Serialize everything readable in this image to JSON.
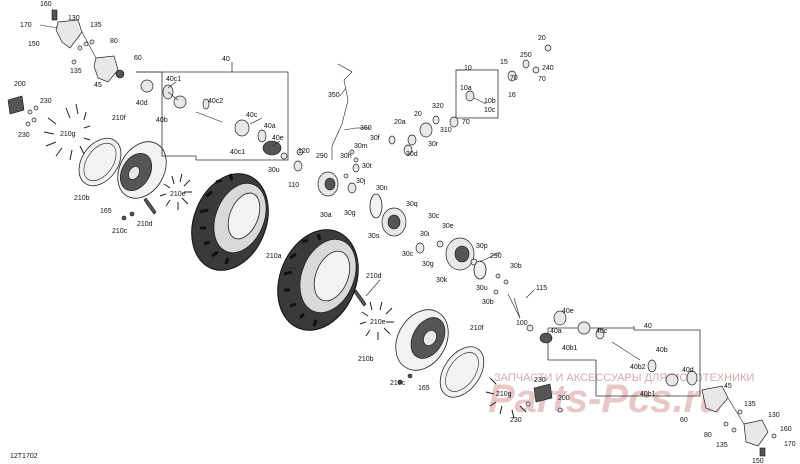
{
  "diagram": {
    "code": "12T1702",
    "watermark_text": "ЗАПЧАСТИ И АКСЕССУАРЫ ДЛЯ МОТОТЕХНИКИ",
    "watermark_logo": "Parts-Pcs.ru",
    "labels": {
      "l160a": "160",
      "l130a": "130",
      "l170a": "170",
      "l135a": "135",
      "l150a": "150",
      "l80a": "80",
      "l135b": "135",
      "l60a": "60",
      "l45a": "45",
      "l200a": "200",
      "l230a": "230",
      "l230b": "230",
      "l210ga": "210g",
      "l210fa": "210f",
      "l210ba": "210b",
      "l210ea": "210e",
      "l165a": "165",
      "l210da": "210d",
      "l210ca": "210c",
      "l210aa": "210a",
      "l40a": "40",
      "l40c1a": "40c1",
      "l40da": "40d",
      "l40ba": "40b",
      "l40c2a": "40c2",
      "l40ca": "40c",
      "l40aa": "40a",
      "l40ea": "40e",
      "l40c1b": "40c1",
      "l350": "350",
      "l360": "360",
      "l30m": "30m",
      "l30f": "30f",
      "l30h": "30h",
      "l30t": "30t",
      "l120": "120",
      "l30u1": "30u",
      "l110": "110",
      "l290a": "290",
      "l30j": "30j",
      "l30n": "30n",
      "l30a": "30a",
      "l30g1": "30g",
      "l30s": "30s",
      "l20a": "20a",
      "l30d": "30d",
      "l30r": "30r",
      "l30q": "30q",
      "l30c1": "30c",
      "l30e": "30e",
      "l30i": "30i",
      "l30c2": "30c",
      "l30g2": "30g",
      "l30k": "30k",
      "l30p": "30p",
      "l290b": "290",
      "l30u2": "30u",
      "l30b1": "30b",
      "l30b2": "30b",
      "l115": "115",
      "l100": "100",
      "l20b": "20",
      "l250": "250",
      "l70a": "70",
      "l240": "240",
      "l15": "15",
      "l16": "16",
      "l70b": "70",
      "l10": "10",
      "l10a": "10a",
      "l10b": "10b",
      "l10c": "10c",
      "l320": "320",
      "l310": "310",
      "l20c": "20",
      "l70c": "70",
      "l40b": "40",
      "l40eb": "40e",
      "l40ab": "40a",
      "l40c": "40c",
      "l40b1": "40b1",
      "l40bb": "40b",
      "l40b2": "40b2",
      "l40db": "40d",
      "l40b1b": "40b1",
      "l210db": "210d",
      "l210eb": "210e",
      "l210fb": "210f",
      "l210bb": "210b",
      "l210cb": "210c",
      "l165b": "165",
      "l200b": "200",
      "l230c": "230",
      "l230d": "230",
      "l45b": "45",
      "l60b": "60",
      "l135c": "135",
      "l80b": "80",
      "l130b": "130",
      "l135d": "135",
      "l160b": "160",
      "l170b": "170",
      "l150b": "150",
      "l210gb": "210g"
    }
  }
}
